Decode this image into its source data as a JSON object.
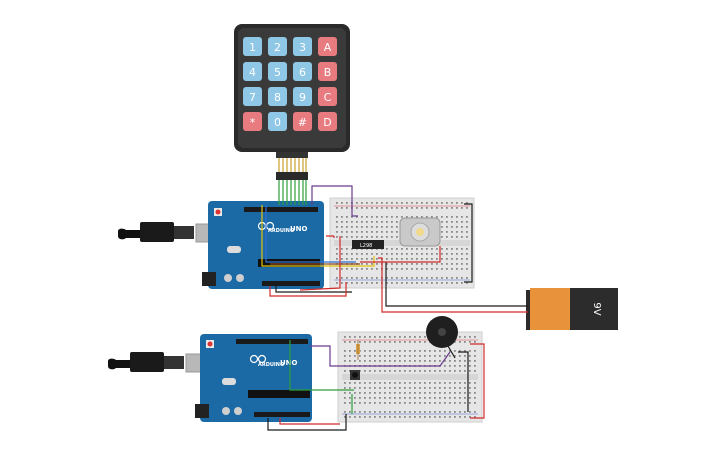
{
  "keypad": {
    "keys": [
      "1",
      "2",
      "3",
      "A",
      "4",
      "5",
      "6",
      "B",
      "7",
      "8",
      "9",
      "C",
      "*",
      "0",
      "#",
      "D"
    ],
    "digit_color": "#8fc7e6",
    "letter_color": "#e87b80",
    "body_color": "#2a2a2a"
  },
  "boards": {
    "top": {
      "label": "UNO",
      "brand": "ARDUINO"
    },
    "bottom": {
      "label": "UNO",
      "brand": "ARDUINO"
    }
  },
  "battery": {
    "label": "9V",
    "orange": "#e8923b",
    "dark": "#2c2c2c"
  },
  "driver_chip": {
    "label": "L298"
  },
  "wire_colors": {
    "red": "#d12b2b",
    "black": "#1b1b1b",
    "purple": "#6a3b8c",
    "green": "#2e9e3a",
    "yellow": "#e2c20e",
    "blue": "#2f6fd6",
    "brown": "#8b4a1d"
  },
  "board_color": "#1c6aa5"
}
